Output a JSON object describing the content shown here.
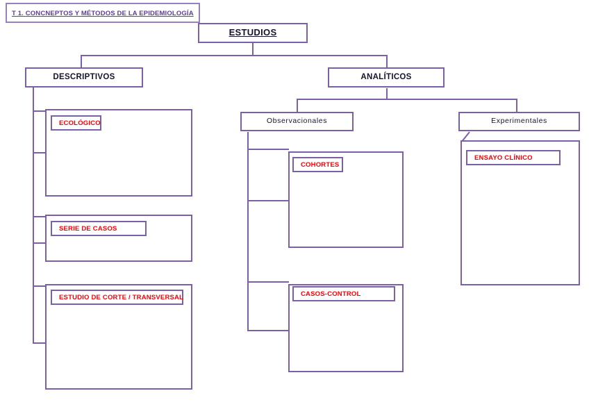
{
  "document": {
    "title_chip": "T 1. CONCNEPTOS Y MÉTODOS DE LA EPIDEMIOLOGÍA"
  },
  "colors": {
    "border": "#7b5fa8",
    "connector": "#7b5fa8",
    "leaf_text": "#fb0007",
    "node_text": "#14142b",
    "title_text": "#5b3f95",
    "background": "#ffffff"
  },
  "diagram": {
    "type": "tree",
    "root": "ESTUDIOS",
    "nodes": {
      "root": {
        "label": "ESTUDIOS"
      },
      "descriptivos": {
        "label": "DESCRIPTIVOS"
      },
      "analiticos": {
        "label": "ANALÍTICOS"
      },
      "observacionales": {
        "label": "Observacionales"
      },
      "experimentales": {
        "label": "Experimentales"
      }
    },
    "leaves": {
      "ecologico": {
        "label": "ECOLÓGICO"
      },
      "serie_de_casos": {
        "label": "SERIE DE CASOS"
      },
      "corte_transversal": {
        "label": "ESTUDIO DE CORTE / TRANSVERSAL"
      },
      "cohortes": {
        "label": "COHORTES"
      },
      "casos_control": {
        "label": "CASOS-CONTROL"
      },
      "ensayo_clinico": {
        "label": "ENSAYO CLÍNICO"
      }
    },
    "hierarchy": [
      {
        "label": "ESTUDIOS",
        "children": [
          {
            "label": "DESCRIPTIVOS",
            "children": [
              {
                "label": "ECOLÓGICO"
              },
              {
                "label": "SERIE DE CASOS"
              },
              {
                "label": "ESTUDIO DE CORTE / TRANSVERSAL"
              }
            ]
          },
          {
            "label": "ANALÍTICOS",
            "children": [
              {
                "label": "Observacionales",
                "children": [
                  {
                    "label": "COHORTES"
                  },
                  {
                    "label": "CASOS-CONTROL"
                  }
                ]
              },
              {
                "label": "Experimentales",
                "children": [
                  {
                    "label": "ENSAYO CLÍNICO"
                  }
                ]
              }
            ]
          }
        ]
      }
    ]
  }
}
